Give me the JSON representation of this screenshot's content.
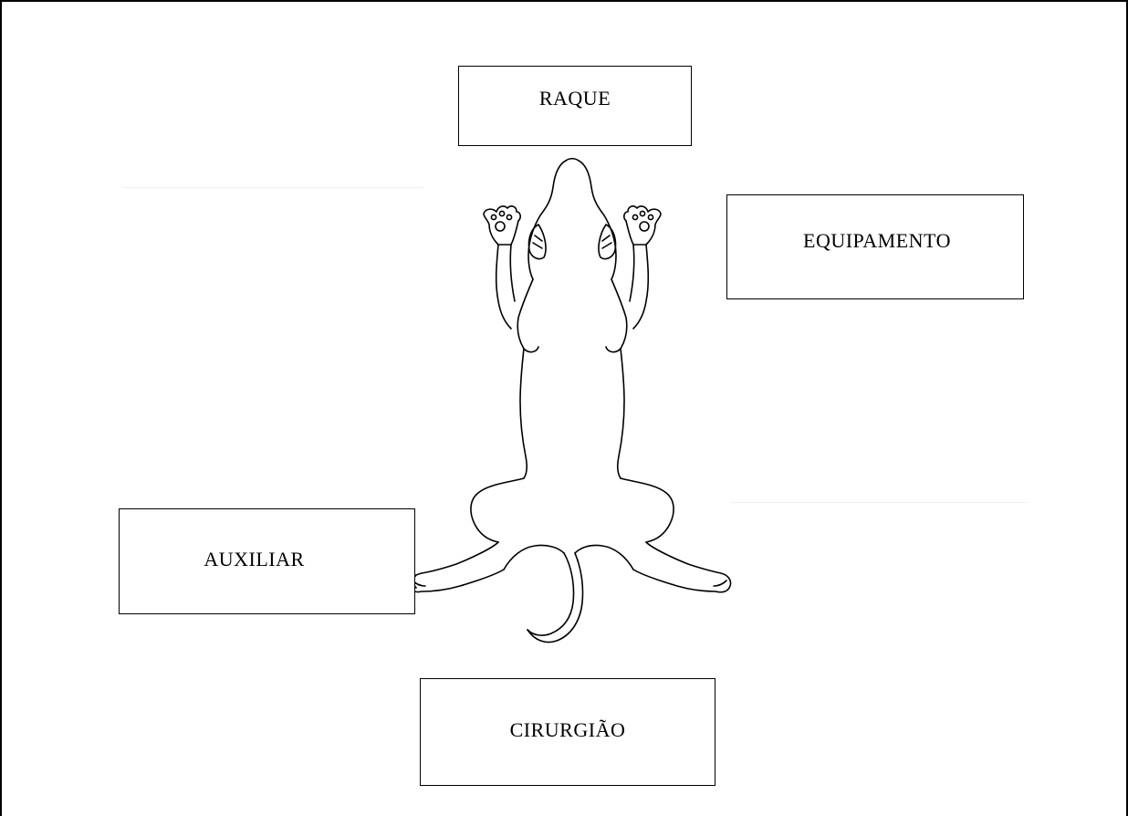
{
  "labels": {
    "head_side": "RAQUE",
    "right_side": "EQUIPAMENTO",
    "left_side": "AUXILIAR",
    "bottom_side": "CIRURGIÃO"
  },
  "figure": {
    "subject": "rat-dorsal-recumbency-outline"
  }
}
